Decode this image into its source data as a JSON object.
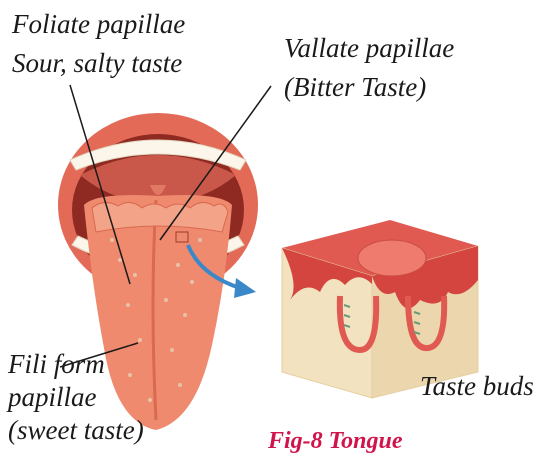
{
  "labels": {
    "foliate_line1": "Foliate papillae",
    "foliate_line2": "Sour, salty taste",
    "vallate_line1": "Vallate papillae",
    "vallate_line2": "(Bitter Taste)",
    "fili_line1": "Fili form",
    "fili_line2": "papillae",
    "fili_line3": "(sweet taste)",
    "taste_buds": "Taste buds"
  },
  "caption": "Fig-8  Tongue",
  "colors": {
    "lip": "#e36a57",
    "tongue": "#ef8a6f",
    "tongue_shadow": "#d9694f",
    "mouth_dark": "#8e2a22",
    "teeth": "#fbf5ea",
    "arrow": "#3b88c8",
    "tissue": "#f3e2bf",
    "tissue_top": "#e05a52",
    "caption": "#d2144d"
  }
}
